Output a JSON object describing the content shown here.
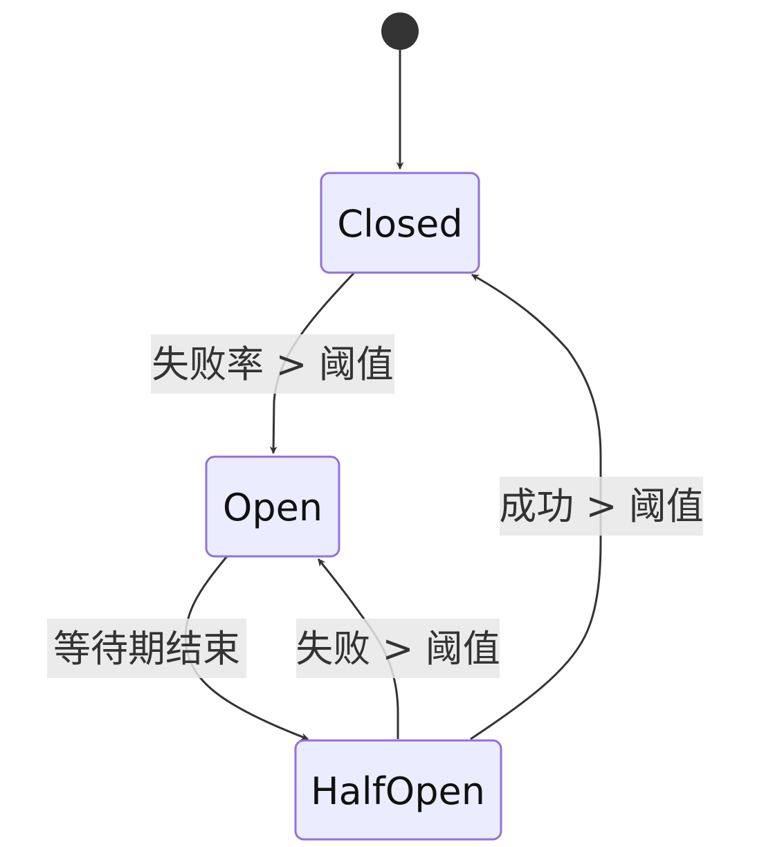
{
  "states": {
    "closed": "Closed",
    "open": "Open",
    "half_open": "HalfOpen"
  },
  "transitions": {
    "closed_to_open": "失败率 > 阈值",
    "open_to_half_open": "等待期结束",
    "half_open_to_open": "失败 > 阈值",
    "half_open_to_closed": "成功 > 阈值"
  },
  "colors": {
    "state_fill": "#ECECFF",
    "state_stroke": "#9370DB",
    "edge": "#333333",
    "label_background": "#e8e8e8"
  }
}
